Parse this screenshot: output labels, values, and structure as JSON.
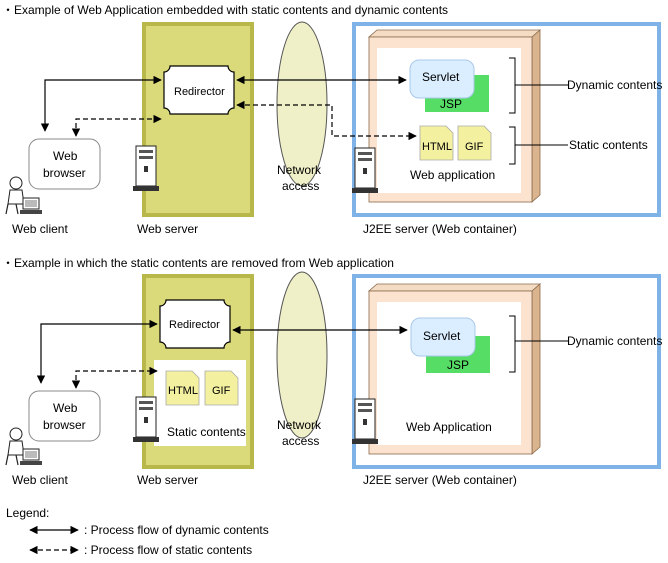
{
  "section1": {
    "title": "・Example of Web Application embedded with static contents and dynamic contents",
    "redirector": "Redirector",
    "servlet": "Servlet",
    "jsp": "JSP",
    "html": "HTML",
    "gif": "GIF",
    "web_app": "Web application",
    "browser_line1": "Web",
    "browser_line2": "browser",
    "network_line1": "Network",
    "network_line2": "access",
    "dynamic_label": "Dynamic contents",
    "static_label": "Static contents",
    "web_client": "Web client",
    "web_server": "Web server",
    "j2ee_server": "J2EE server (Web container)"
  },
  "section2": {
    "title": "・Example in which the static contents are removed from Web application",
    "redirector": "Redirector",
    "servlet": "Servlet",
    "jsp": "JSP",
    "html": "HTML",
    "gif": "GIF",
    "static_contents": "Static contents",
    "web_app": "Web Application",
    "browser_line1": "Web",
    "browser_line2": "browser",
    "network_line1": "Network",
    "network_line2": "access",
    "dynamic_label": "Dynamic contents",
    "web_client": "Web client",
    "web_server": "Web server",
    "j2ee_server": "J2EE server (Web container)"
  },
  "legend": {
    "title": "Legend:",
    "dynamic": ": Process flow of dynamic contents",
    "static": ": Process flow of static contents"
  },
  "colors": {
    "web_server_fill": "#dada7a",
    "web_server_border": "#b8b84a",
    "network_fill": "#f0f0c8",
    "j2ee_border": "#7fb2e6",
    "frame_side": "#e8c9a8",
    "frame_inner": "#fdf1e6",
    "servlet_fill": "#dbeeff",
    "jsp_fill": "#55dd66",
    "doc_fill": "#f3f0a0"
  }
}
